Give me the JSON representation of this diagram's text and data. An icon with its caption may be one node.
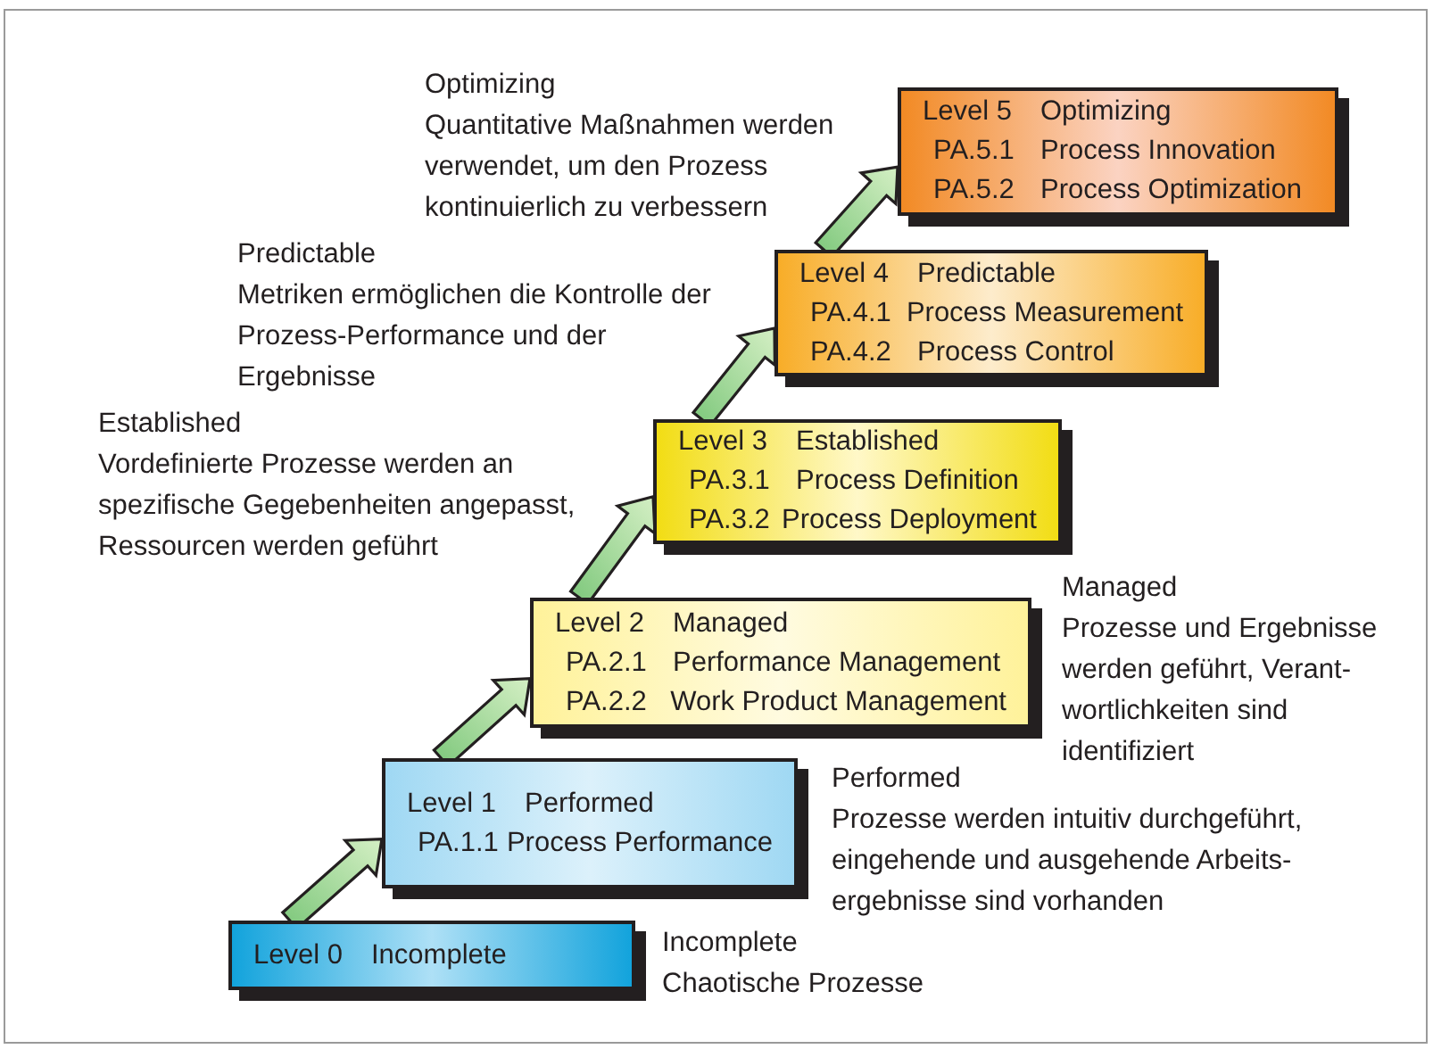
{
  "diagram": {
    "nodes": [
      {
        "text": [
          "Level 0",
          "Incomplete"
        ],
        "beside": [
          "Incomplete",
          "Chaotische Prozesse"
        ]
      },
      {
        "text": [
          "Level 1",
          "Performed",
          "PA.1.1",
          "Process Performance"
        ],
        "beside": [
          "Performed",
          "Prozesse werden intuitiv durchgeführt, eingehende und ausgehende Arbeits-ergebnisse sind vorhanden"
        ]
      },
      {
        "text": [
          "Level 2",
          "Managed",
          "PA.2.1",
          "Performance Management",
          "PA.2.2",
          "Work Product Management"
        ],
        "beside": [
          "Managed",
          "Prozesse und Ergebnisse werden geführt, Verant-wortlichkeiten sind identifiziert"
        ]
      },
      {
        "text": [
          "Level 3",
          "Established",
          "PA.3.1",
          "Process Definition",
          "PA.3.2",
          "Process Deployment"
        ],
        "beside": [
          "Established",
          "Vordefinierte Prozesse werden an spezifische Gegebenheiten angepasst, Ressourcen werden geführt"
        ]
      },
      {
        "text": [
          "Level 4",
          "Predictable",
          "PA.4.1",
          "Process Measurement",
          "PA.4.2",
          "Process Control"
        ],
        "beside": [
          "Predictable",
          "Metriken ermöglichen die Kontrolle der Prozess-Performance und der Ergebnisse"
        ]
      },
      {
        "text": [
          "Level 5",
          "Optimizing",
          "PA.5.1",
          "Process Innovation",
          "PA.5.2",
          "Process Optimization"
        ],
        "beside": [
          "Optimizing",
          "Quantitative Maßnahmen werden verwendet, um den Prozess kontinuierlich zu verbessern"
        ]
      }
    ],
    "edges": [
      {
        "from": 0,
        "to": 1,
        "arrow": "to",
        "style": "thick"
      },
      {
        "from": 1,
        "to": 2,
        "arrow": "to",
        "style": "thick"
      },
      {
        "from": 2,
        "to": 3,
        "arrow": "to",
        "style": "thick"
      },
      {
        "from": 3,
        "to": 4,
        "arrow": "to",
        "style": "thick"
      },
      {
        "from": 4,
        "to": 5,
        "arrow": "to",
        "style": "thick"
      }
    ]
  }
}
